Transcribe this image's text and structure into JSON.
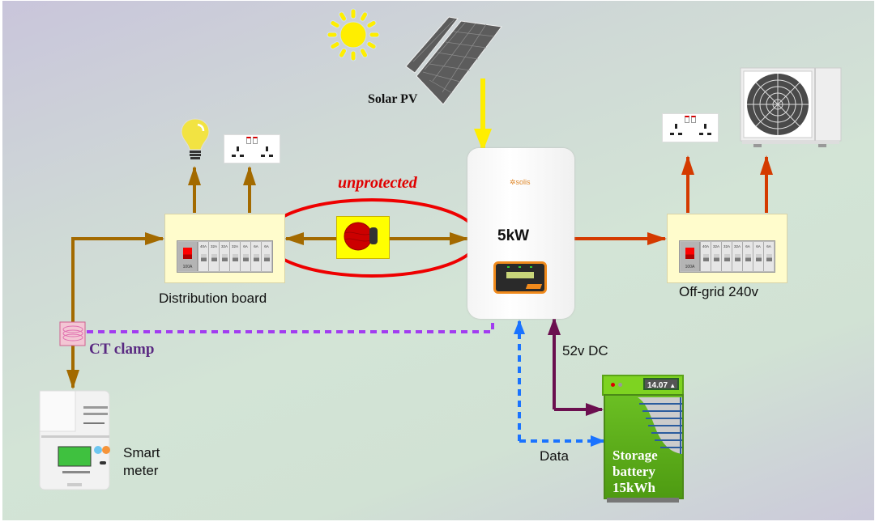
{
  "diagram": {
    "title": "Solar PV system with storage battery and off-grid circuit",
    "labels": {
      "solar_pv": "Solar PV",
      "unprotected": "unprotected",
      "inverter_power": "5kW",
      "inverter_brand": "solis",
      "distribution_board": "Distribution board",
      "offgrid": "Off-grid 240v",
      "ct_clamp": "CT clamp",
      "smart_meter_line1": "Smart",
      "smart_meter_line2": "meter",
      "dc_voltage": "52v DC",
      "data": "Data",
      "battery_line1": "Storage",
      "battery_line2": "battery",
      "battery_line3": "15kWh",
      "battery_display": "14.07"
    },
    "distribution_board": {
      "main": "100A",
      "breakers": [
        "40A",
        "32A",
        "32A",
        "32A",
        "6A",
        "6A",
        "6A"
      ]
    },
    "offgrid_board": {
      "main": "100A",
      "breakers": [
        "40A",
        "32A",
        "32A",
        "32A",
        "6A",
        "6A",
        "6A"
      ]
    },
    "colors": {
      "grid_wire": "#a36a00",
      "offgrid_wire": "#d43a00",
      "pv_wire": "#ffee00",
      "dc_wire": "#6b0f4f",
      "data_wire": "#1a73ff",
      "ct_wire": "#a23cf0",
      "highlight": "#ee0000",
      "ct_label": "#5a2a82"
    },
    "connections": [
      {
        "from": "Solar PV",
        "to": "Inverter",
        "type": "DC"
      },
      {
        "from": "Smart meter",
        "to": "Distribution board",
        "type": "AC grid"
      },
      {
        "from": "Distribution board",
        "to": "Inverter",
        "type": "AC (unprotected)",
        "bidirectional": true
      },
      {
        "from": "Inverter",
        "to": "Off-grid 240v",
        "type": "AC"
      },
      {
        "from": "Inverter",
        "to": "Storage battery",
        "type": "52v DC"
      },
      {
        "from": "Storage battery",
        "to": "Inverter",
        "type": "Data"
      },
      {
        "from": "CT clamp",
        "to": "Inverter",
        "type": "CT signal"
      }
    ]
  }
}
